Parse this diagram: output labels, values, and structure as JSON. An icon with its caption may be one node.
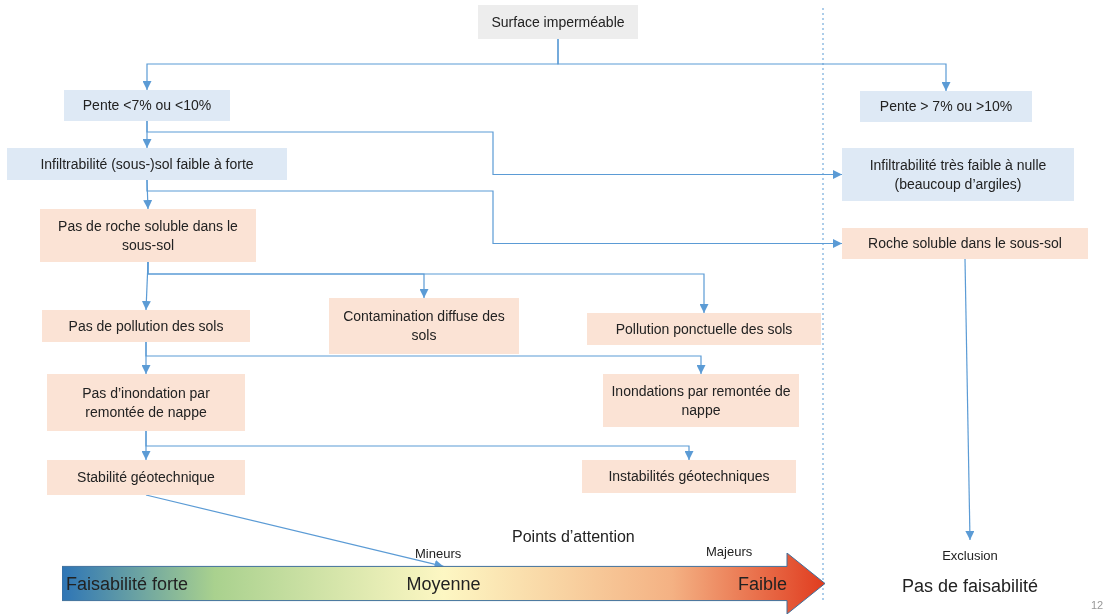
{
  "diagram": {
    "nodes": [
      {
        "text": [
          "Surface imperméable"
        ]
      },
      {
        "text": [
          "Pente <7% ou <10%"
        ]
      },
      {
        "text": [
          "Pente > 7% ou >10%"
        ]
      },
      {
        "text": [
          "Infiltrabilité (sous-)sol faible à forte"
        ]
      },
      {
        "text": [
          "Infiltrabilité très faible à nulle (beaucoup d’argiles)"
        ]
      },
      {
        "text": [
          "Pas de roche soluble dans le sous-sol"
        ]
      },
      {
        "text": [
          "Roche soluble dans le sous-sol"
        ]
      },
      {
        "text": [
          "Pas de pollution des sols"
        ]
      },
      {
        "text": [
          "Contamination diffuse des sols"
        ]
      },
      {
        "text": [
          "Pollution ponctuelle des sols"
        ]
      },
      {
        "text": [
          "Pas d’inondation par remontée de nappe"
        ]
      },
      {
        "text": [
          "Inondations par remontée de nappe"
        ]
      },
      {
        "text": [
          "Stabilité géotechnique"
        ]
      },
      {
        "text": [
          "Instabilités géotechniques"
        ]
      },
      {
        "text": [
          "Faisabilité forte",
          "Moyenne",
          "Faible"
        ]
      },
      {
        "text": [
          "Exclusion",
          "Pas de faisabilité"
        ]
      }
    ],
    "edges": [
      {
        "from": 0,
        "to": 1,
        "arrow": "to"
      },
      {
        "from": 0,
        "to": 2,
        "arrow": "to"
      },
      {
        "from": 1,
        "to": 3,
        "arrow": "to"
      },
      {
        "from": 1,
        "to": 4,
        "arrow": "to"
      },
      {
        "from": 3,
        "to": 5,
        "arrow": "to"
      },
      {
        "from": 3,
        "to": 6,
        "arrow": "to"
      },
      {
        "from": 5,
        "to": 7,
        "arrow": "to"
      },
      {
        "from": 5,
        "to": 8,
        "arrow": "to"
      },
      {
        "from": 5,
        "to": 9,
        "arrow": "to"
      },
      {
        "from": 7,
        "to": 10,
        "arrow": "to"
      },
      {
        "from": 7,
        "to": 11,
        "arrow": "to"
      },
      {
        "from": 10,
        "to": 12,
        "arrow": "to"
      },
      {
        "from": 10,
        "to": 13,
        "arrow": "to"
      },
      {
        "from": 12,
        "to": 14,
        "arrow": "to"
      },
      {
        "from": 6,
        "to": 15,
        "arrow": "to"
      }
    ],
    "labels": [
      "Points d’attention",
      "Mineurs",
      "Majeurs",
      "12"
    ]
  }
}
